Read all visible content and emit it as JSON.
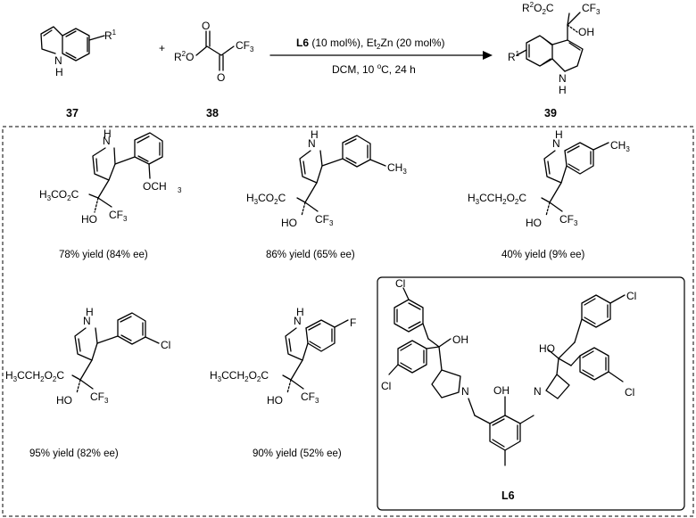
{
  "reaction": {
    "reagent_line": [
      "L6",
      " (10 mol%), Et",
      "2",
      "Zn (20 mol%)"
    ],
    "condition_line": [
      "DCM, 10 ",
      "o",
      "C, 24 h"
    ],
    "plus": "+",
    "compound_numbers": [
      "37",
      "38",
      "39"
    ]
  },
  "atoms": {
    "nh": "N",
    "h": "H",
    "r": "R",
    "one": "1",
    "two": "2",
    "o": "O",
    "cf": "CF",
    "three": "3",
    "oh": "OH",
    "ho": "HO",
    "f": "F",
    "cl": "Cl",
    "ch": "CH",
    "l6": "L6"
  },
  "groups": {
    "h3co2c": [
      "H",
      "3",
      "CO",
      "2",
      "C"
    ],
    "h3cch2o2c": [
      "H",
      "3",
      "CCH",
      "2",
      "O",
      "2",
      "C"
    ],
    "och3": [
      "OCH",
      "3"
    ],
    "r2o2c": [
      "R",
      "2",
      "O",
      "2",
      "C"
    ],
    "r2o": [
      "R",
      "2",
      "O"
    ]
  },
  "products": [
    {
      "yield": "78% yield (84% ee)"
    },
    {
      "yield": "86% yield (65% ee)"
    },
    {
      "yield": "40% yield (9% ee)"
    },
    {
      "yield": "95% yield (82% ee)"
    },
    {
      "yield": "90% yield (52% ee)"
    }
  ],
  "ligand_label": "L6"
}
